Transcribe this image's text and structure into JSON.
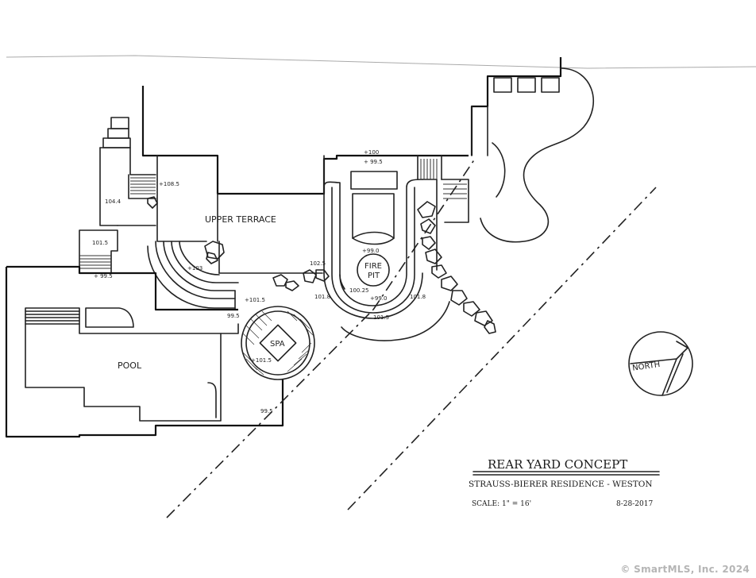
{
  "labels": {
    "upper_terrace": "UPPER TERRACE",
    "pool": "POOL",
    "spa": "SPA",
    "fire_pit_line1": "FIRE",
    "fire_pit_line2": "PIT",
    "north": "NORTH"
  },
  "elevations": {
    "e108_5": "+108.5",
    "e104_4": "104.4",
    "e101_5_left": "101.5",
    "e99_5_left": "+ 99.5",
    "e103": "+103",
    "e101_5_spa": "+101.5",
    "e99_5_spa": "99.5",
    "e101_5_spa_inner": "+101.5",
    "e99_5_pool": "99.5",
    "e102_5": "102.5",
    "e101_8_left": "101.8",
    "e100": "+100",
    "e99_5_top": "+ 99.5",
    "e99_0_pit": "+99.0",
    "e100_25": "100.25",
    "e99_0_lower": "+99.0",
    "e101_5_lower": "101.5",
    "e101_8_right": "101.8"
  },
  "title_block": {
    "title": "REAR YARD CONCEPT",
    "project": "STRAUSS-BIERER RESIDENCE - WESTON",
    "scale": "SCALE: 1\" = 16'",
    "date": "8-28-2017"
  },
  "copyright": "© SmartMLS, Inc. 2024"
}
